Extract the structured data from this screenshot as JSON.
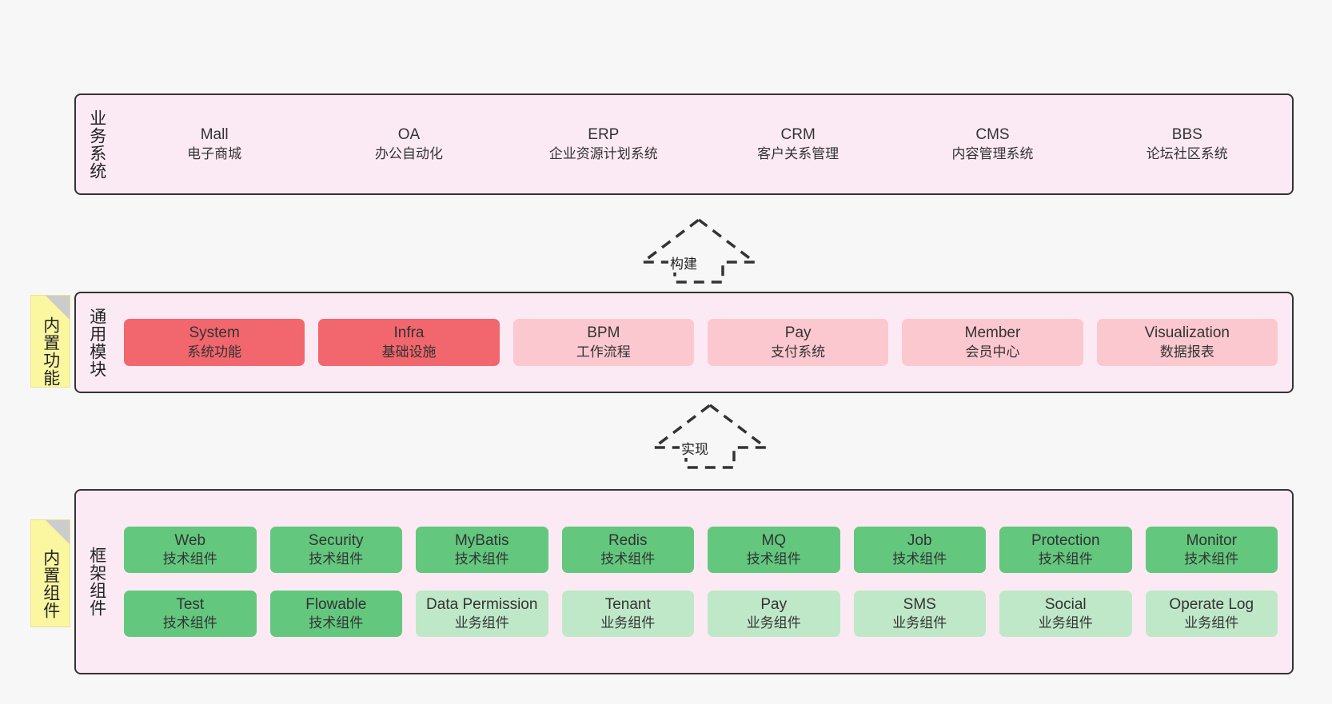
{
  "diagram": {
    "title": "ruoyi-vue-pro architecture layers",
    "background": "#f7f7f7",
    "colors": {
      "band_fill": "#fbeaf4",
      "band_border": "#333333",
      "business_card": "#addfb",
      "module_primary": "#f2666e",
      "module_secondary": "#fcc8cf",
      "tech_component": "#63c77e",
      "business_component": "#bfe8c8",
      "sticky_note": "#fbf6a0"
    }
  },
  "sections": {
    "business": {
      "label": "业务系统",
      "cards": [
        {
          "en": "Mall",
          "cn": "电子商城"
        },
        {
          "en": "OA",
          "cn": "办公自动化"
        },
        {
          "en": "ERP",
          "cn": "企业资源计划系统"
        },
        {
          "en": "CRM",
          "cn": "客户关系管理"
        },
        {
          "en": "CMS",
          "cn": "内容管理系统"
        },
        {
          "en": "BBS",
          "cn": "论坛社区系统"
        }
      ]
    },
    "modules": {
      "label": "通用模块",
      "sticky": "内置功能",
      "cards": [
        {
          "en": "System",
          "cn": "系统功能",
          "style": "red"
        },
        {
          "en": "Infra",
          "cn": "基础设施",
          "style": "red"
        },
        {
          "en": "BPM",
          "cn": "工作流程",
          "style": "pink"
        },
        {
          "en": "Pay",
          "cn": "支付系统",
          "style": "pink"
        },
        {
          "en": "Member",
          "cn": "会员中心",
          "style": "pink"
        },
        {
          "en": "Visualization",
          "cn": "数据报表",
          "style": "pink"
        }
      ]
    },
    "framework": {
      "label": "框架组件",
      "sticky": "内置组件",
      "row1": [
        {
          "en": "Web",
          "cn": "技术组件",
          "style": "green"
        },
        {
          "en": "Security",
          "cn": "技术组件",
          "style": "green"
        },
        {
          "en": "MyBatis",
          "cn": "技术组件",
          "style": "green"
        },
        {
          "en": "Redis",
          "cn": "技术组件",
          "style": "green"
        },
        {
          "en": "MQ",
          "cn": "技术组件",
          "style": "green"
        },
        {
          "en": "Job",
          "cn": "技术组件",
          "style": "green"
        },
        {
          "en": "Protection",
          "cn": "技术组件",
          "style": "green"
        },
        {
          "en": "Monitor",
          "cn": "技术组件",
          "style": "green"
        }
      ],
      "row2": [
        {
          "en": "Test",
          "cn": "技术组件",
          "style": "green"
        },
        {
          "en": "Flowable",
          "cn": "技术组件",
          "style": "green"
        },
        {
          "en": "Data Permission",
          "cn": "业务组件",
          "style": "lgreen"
        },
        {
          "en": "Tenant",
          "cn": "业务组件",
          "style": "lgreen"
        },
        {
          "en": "Pay",
          "cn": "业务组件",
          "style": "lgreen"
        },
        {
          "en": "SMS",
          "cn": "业务组件",
          "style": "lgreen"
        },
        {
          "en": "Social",
          "cn": "业务组件",
          "style": "lgreen"
        },
        {
          "en": "Operate Log",
          "cn": "业务组件",
          "style": "lgreen"
        }
      ]
    }
  },
  "arrows": [
    {
      "label": "构建",
      "from": "通用模块",
      "to": "业务系统"
    },
    {
      "label": "实现",
      "from": "框架组件",
      "to": "通用模块"
    }
  ]
}
